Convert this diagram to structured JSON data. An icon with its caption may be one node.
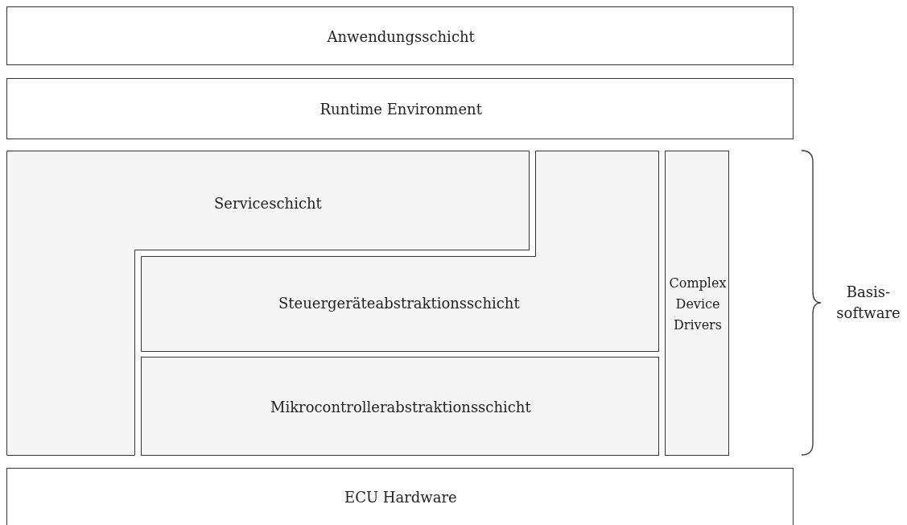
{
  "diagram": {
    "nodes": [
      {
        "text": [
          "Anwendungsschicht"
        ]
      },
      {
        "text": [
          "Runtime Environment"
        ]
      },
      {
        "text": [
          "Serviceschicht"
        ]
      },
      {
        "text": [
          "Steuergeräteabstraktionsschicht"
        ]
      },
      {
        "text": [
          "Mikrocontrollerabstraktionsschicht"
        ]
      },
      {
        "text": [
          "Complex Device Drivers"
        ]
      },
      {
        "text": [
          "ECU Hardware"
        ]
      }
    ],
    "labels": [
      "Basis-software"
    ]
  }
}
